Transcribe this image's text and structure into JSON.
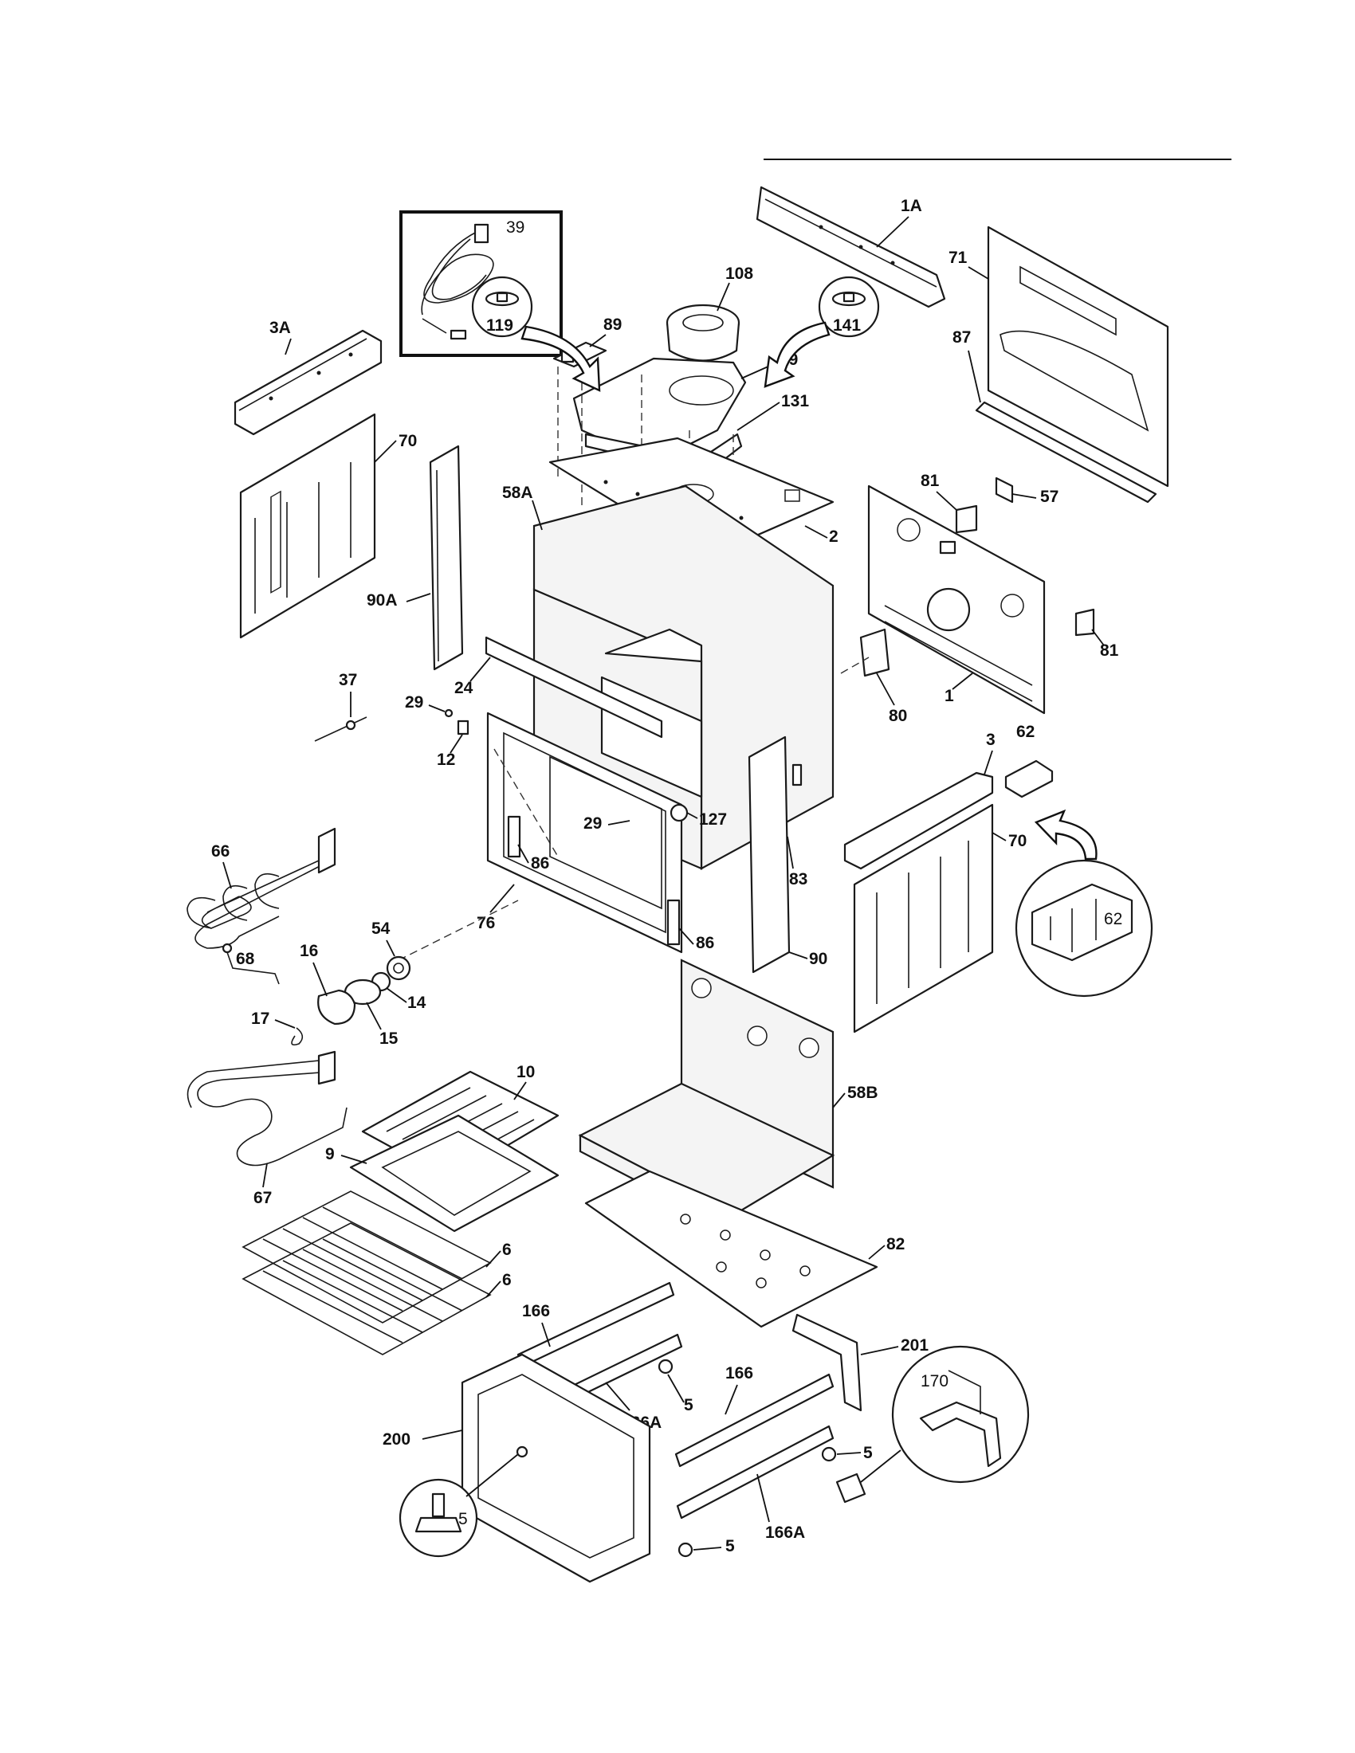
{
  "callouts": {
    "c1A": "1A",
    "c71": "71",
    "c87": "87",
    "c39": "39",
    "c108": "108",
    "c89": "89",
    "c3A": "3A",
    "c59": "59",
    "c119": "119",
    "c131": "131",
    "c141": "141",
    "c70a": "70",
    "c58A": "58A",
    "c2": "2",
    "c81a": "81",
    "c57": "57",
    "c90A": "90A",
    "c81b": "81",
    "c37": "37",
    "c29a": "29",
    "c24": "24",
    "c80": "80",
    "c1": "1",
    "c12": "12",
    "c3": "3",
    "c62a": "62",
    "c66": "66",
    "c29b": "29",
    "c127": "127",
    "c86a": "86",
    "c70b": "70",
    "c76": "76",
    "c83": "83",
    "c62b": "62",
    "c54": "54",
    "c68": "68",
    "c86b": "86",
    "c90": "90",
    "c16": "16",
    "c14": "14",
    "c17": "17",
    "c15": "15",
    "c10": "10",
    "c58B": "58B",
    "c9": "9",
    "c67": "67",
    "c82": "82",
    "c6a": "6",
    "c6b": "6",
    "c166a": "166",
    "c201": "201",
    "c5a": "5",
    "c166b": "166",
    "c170": "170",
    "c166Aa": "166A",
    "c200": "200",
    "c5b": "5",
    "c5c": "5",
    "c166Ab": "166A",
    "c5d": "5"
  }
}
